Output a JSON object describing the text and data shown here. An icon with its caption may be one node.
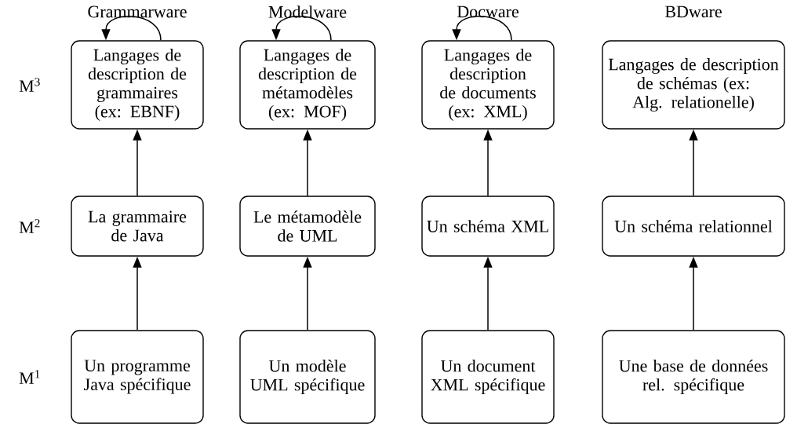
{
  "diagram": {
    "nodes": [
      {
        "text": [
          "Langages de description de grammaires (ex: EBNF)"
        ]
      },
      {
        "text": [
          "Langages de description de métamodèles (ex: MOF)"
        ]
      },
      {
        "text": [
          "Langages de description de documents (ex: XML)"
        ]
      },
      {
        "text": [
          "Langages de description de schémas (ex: Alg. relationelle)"
        ]
      },
      {
        "text": [
          "La grammaire de Java"
        ]
      },
      {
        "text": [
          "Le métamodèle de UML"
        ]
      },
      {
        "text": [
          "Un schéma XML"
        ]
      },
      {
        "text": [
          "Un schéma relationnel"
        ]
      },
      {
        "text": [
          "Un programme Java spécifique"
        ]
      },
      {
        "text": [
          "Un modèle UML spécifique"
        ]
      },
      {
        "text": [
          "Un document XML spécifique"
        ]
      },
      {
        "text": [
          "Une base de données rel. spécifique"
        ]
      }
    ],
    "edges": [
      {
        "from": 0,
        "to": 0,
        "arrow": "to"
      },
      {
        "from": 1,
        "to": 1,
        "arrow": "to"
      },
      {
        "from": 2,
        "to": 2,
        "arrow": "to"
      },
      {
        "from": 4,
        "to": 0,
        "arrow": "to"
      },
      {
        "from": 5,
        "to": 1,
        "arrow": "to"
      },
      {
        "from": 6,
        "to": 2,
        "arrow": "to"
      },
      {
        "from": 7,
        "to": 3,
        "arrow": "to"
      },
      {
        "from": 8,
        "to": 4,
        "arrow": "to"
      },
      {
        "from": 9,
        "to": 5,
        "arrow": "to"
      },
      {
        "from": 10,
        "to": 6,
        "arrow": "to"
      },
      {
        "from": 11,
        "to": 7,
        "arrow": "to"
      }
    ],
    "labels": [
      "Grammarware",
      "Modelware",
      "Docware",
      "BDware",
      "M$^{3}$",
      "M$^{2}$",
      "M$^{1}$"
    ]
  }
}
